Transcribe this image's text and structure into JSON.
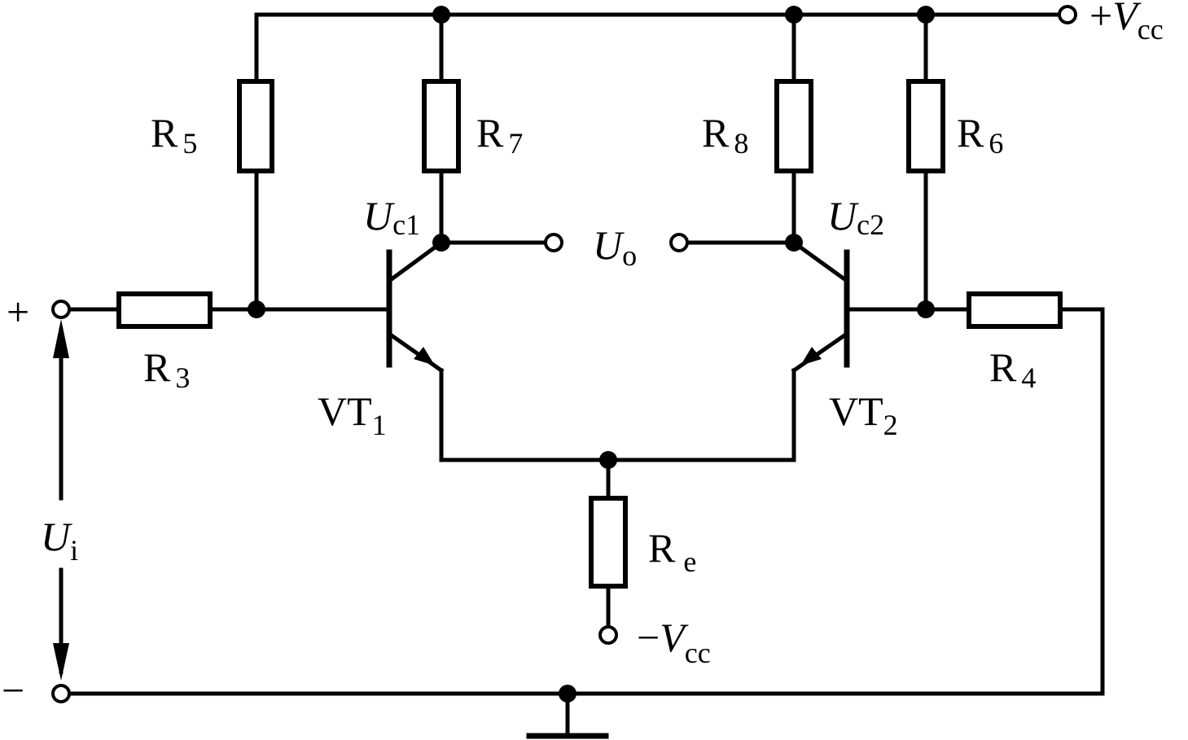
{
  "circuit": {
    "supply_pos": {
      "sign": "+",
      "symbol": "V",
      "sub": "cc"
    },
    "supply_neg": {
      "sign": "−",
      "symbol": "V",
      "sub": "cc"
    },
    "input": {
      "plus": "+",
      "minus": "−",
      "symbol": "U",
      "sub": "i"
    },
    "output": {
      "symbol": "U",
      "sub": "o"
    },
    "collector1": {
      "symbol": "U",
      "sub": "c1"
    },
    "collector2": {
      "symbol": "U",
      "sub": "c2"
    },
    "resistors": {
      "r5": {
        "letter": "R",
        "sub": "5"
      },
      "r7": {
        "letter": "R",
        "sub": "7"
      },
      "r8": {
        "letter": "R",
        "sub": "8"
      },
      "r6": {
        "letter": "R",
        "sub": "6"
      },
      "r3": {
        "letter": "R",
        "sub": "3"
      },
      "r4": {
        "letter": "R",
        "sub": "4"
      },
      "re": {
        "letter": "R",
        "sub": "e"
      }
    },
    "transistors": {
      "vt1": {
        "name": "VT",
        "sub": "1"
      },
      "vt2": {
        "name": "VT",
        "sub": "2"
      }
    }
  }
}
